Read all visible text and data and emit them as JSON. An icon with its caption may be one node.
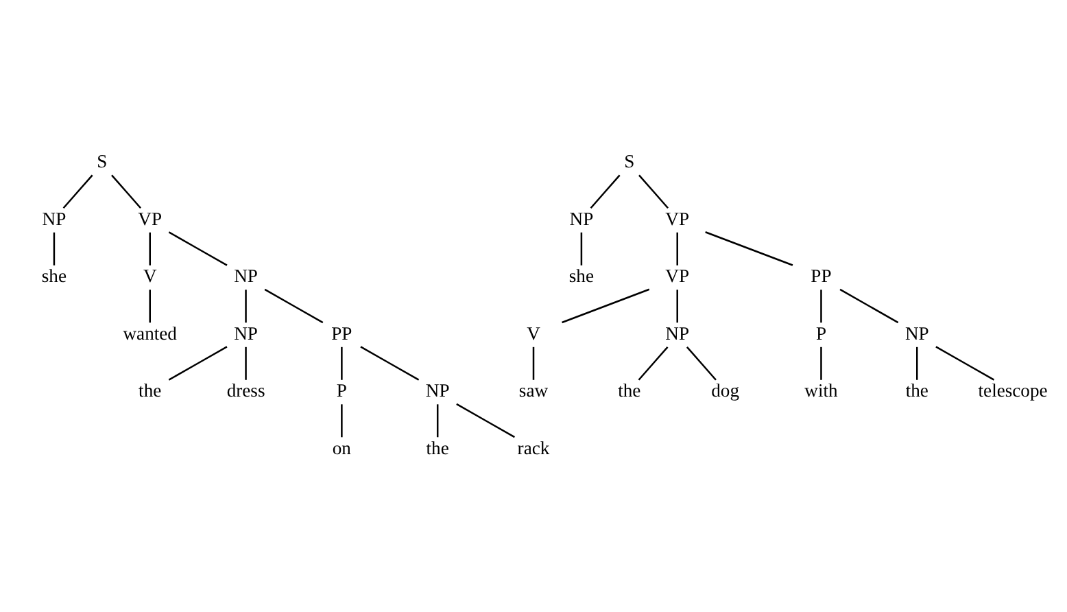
{
  "diagram": {
    "nodes": [
      {
        "text": [
          "S"
        ]
      },
      {
        "text": [
          "NP"
        ]
      },
      {
        "text": [
          "VP"
        ]
      },
      {
        "text": [
          "she"
        ]
      },
      {
        "text": [
          "V"
        ]
      },
      {
        "text": [
          "NP"
        ]
      },
      {
        "text": [
          "wanted"
        ]
      },
      {
        "text": [
          "NP"
        ]
      },
      {
        "text": [
          "PP"
        ]
      },
      {
        "text": [
          "the"
        ]
      },
      {
        "text": [
          "dress"
        ]
      },
      {
        "text": [
          "P"
        ]
      },
      {
        "text": [
          "NP"
        ]
      },
      {
        "text": [
          "on"
        ]
      },
      {
        "text": [
          "the"
        ]
      },
      {
        "text": [
          "rack"
        ]
      },
      {
        "text": [
          "S"
        ]
      },
      {
        "text": [
          "NP"
        ]
      },
      {
        "text": [
          "VP"
        ]
      },
      {
        "text": [
          "she"
        ]
      },
      {
        "text": [
          "VP"
        ]
      },
      {
        "text": [
          "PP"
        ]
      },
      {
        "text": [
          "V"
        ]
      },
      {
        "text": [
          "NP"
        ]
      },
      {
        "text": [
          "P"
        ]
      },
      {
        "text": [
          "NP"
        ]
      },
      {
        "text": [
          "saw"
        ]
      },
      {
        "text": [
          "the"
        ]
      },
      {
        "text": [
          "dog"
        ]
      },
      {
        "text": [
          "with"
        ]
      },
      {
        "text": [
          "the"
        ]
      },
      {
        "text": [
          "telescope"
        ]
      }
    ],
    "edges": [
      {
        "from": 0,
        "to": 1,
        "arrow": "none"
      },
      {
        "from": 0,
        "to": 2,
        "arrow": "none"
      },
      {
        "from": 1,
        "to": 3,
        "arrow": "none"
      },
      {
        "from": 2,
        "to": 4,
        "arrow": "none"
      },
      {
        "from": 2,
        "to": 5,
        "arrow": "none"
      },
      {
        "from": 4,
        "to": 6,
        "arrow": "none"
      },
      {
        "from": 5,
        "to": 7,
        "arrow": "none"
      },
      {
        "from": 5,
        "to": 8,
        "arrow": "none"
      },
      {
        "from": 7,
        "to": 9,
        "arrow": "none"
      },
      {
        "from": 7,
        "to": 10,
        "arrow": "none"
      },
      {
        "from": 8,
        "to": 11,
        "arrow": "none"
      },
      {
        "from": 8,
        "to": 12,
        "arrow": "none"
      },
      {
        "from": 11,
        "to": 13,
        "arrow": "none"
      },
      {
        "from": 12,
        "to": 14,
        "arrow": "none"
      },
      {
        "from": 12,
        "to": 15,
        "arrow": "none"
      },
      {
        "from": 16,
        "to": 17,
        "arrow": "none"
      },
      {
        "from": 16,
        "to": 18,
        "arrow": "none"
      },
      {
        "from": 17,
        "to": 19,
        "arrow": "none"
      },
      {
        "from": 18,
        "to": 20,
        "arrow": "none"
      },
      {
        "from": 18,
        "to": 21,
        "arrow": "none"
      },
      {
        "from": 20,
        "to": 22,
        "arrow": "none"
      },
      {
        "from": 20,
        "to": 23,
        "arrow": "none"
      },
      {
        "from": 21,
        "to": 24,
        "arrow": "none"
      },
      {
        "from": 21,
        "to": 25,
        "arrow": "none"
      },
      {
        "from": 22,
        "to": 26,
        "arrow": "none"
      },
      {
        "from": 23,
        "to": 27,
        "arrow": "none"
      },
      {
        "from": 23,
        "to": 28,
        "arrow": "none"
      },
      {
        "from": 24,
        "to": 29,
        "arrow": "none"
      },
      {
        "from": 25,
        "to": 30,
        "arrow": "none"
      },
      {
        "from": 25,
        "to": 31,
        "arrow": "none"
      }
    ]
  }
}
